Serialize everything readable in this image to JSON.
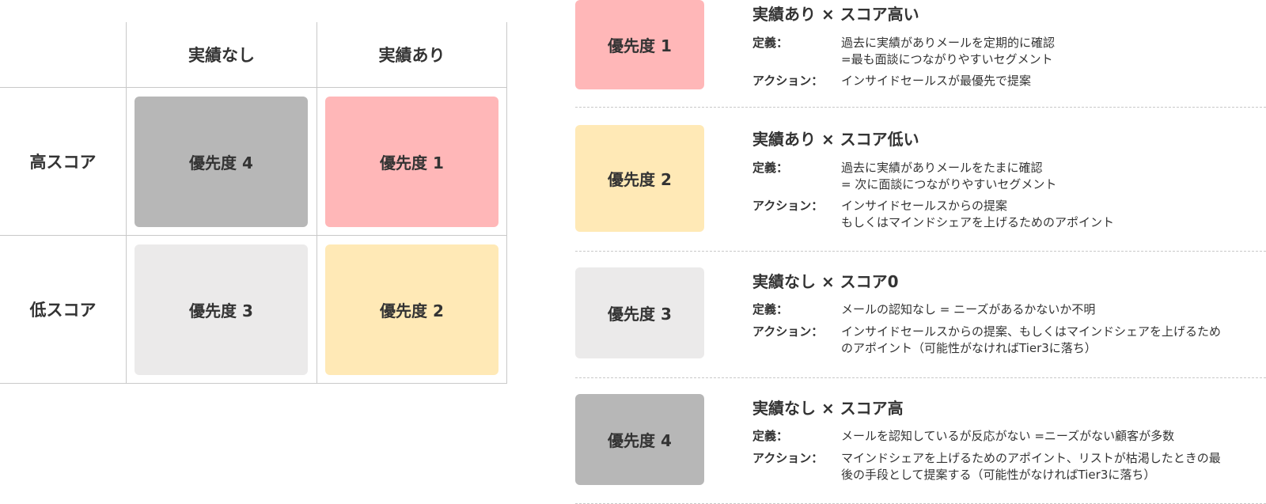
{
  "matrix": {
    "col_headers": [
      "実績なし",
      "実績あり"
    ],
    "row_headers": [
      "高スコア",
      "低スコア"
    ],
    "cells": {
      "high_none": {
        "label": "優先度 4",
        "color": "#b7b7b7"
      },
      "high_yes": {
        "label": "優先度 1",
        "color": "#ffb7b8"
      },
      "low_none": {
        "label": "優先度 3",
        "color": "#ebeaea"
      },
      "low_yes": {
        "label": "優先度 2",
        "color": "#ffe9b6"
      }
    }
  },
  "priorities": [
    {
      "badge": "優先度 1",
      "color": "#ffb7b8",
      "title": "実績あり × スコア高い",
      "definition_label": "定義：",
      "definition": [
        "過去に実績がありメールを定期的に確認",
        "=最も面談につながりやすいセグメント"
      ],
      "action_label": "アクション：",
      "action": [
        "インサイドセールスが最優先で提案"
      ]
    },
    {
      "badge": "優先度 2",
      "color": "#ffe9b6",
      "title": "実績あり × スコア低い",
      "definition_label": "定義：",
      "definition": [
        "過去に実績がありメールをたまに確認",
        "= 次に面談につながりやすいセグメント"
      ],
      "action_label": "アクション：",
      "action": [
        "インサイドセールスからの提案",
        "もしくはマインドシェアを上げるためのアポイント"
      ]
    },
    {
      "badge": "優先度 3",
      "color": "#ebeaea",
      "title": "実績なし × スコア0",
      "definition_label": "定義：",
      "definition": [
        "メールの認知なし = ニーズがあるかないか不明"
      ],
      "action_label": "アクション：",
      "action": [
        "インサイドセールスからの提案、もしくはマインドシェアを上げるため",
        "のアポイント（可能性がなければTier3に落ち）"
      ]
    },
    {
      "badge": "優先度 4",
      "color": "#b7b7b7",
      "title": "実績なし × スコア高",
      "definition_label": "定義：",
      "definition": [
        "メールを認知しているが反応がない =ニーズがない顧客が多数"
      ],
      "action_label": "アクション：",
      "action": [
        "マインドシェアを上げるためのアポイント、リストが枯渇したときの最",
        "後の手段として提案する（可能性がなければTier3に落ち）"
      ]
    }
  ]
}
